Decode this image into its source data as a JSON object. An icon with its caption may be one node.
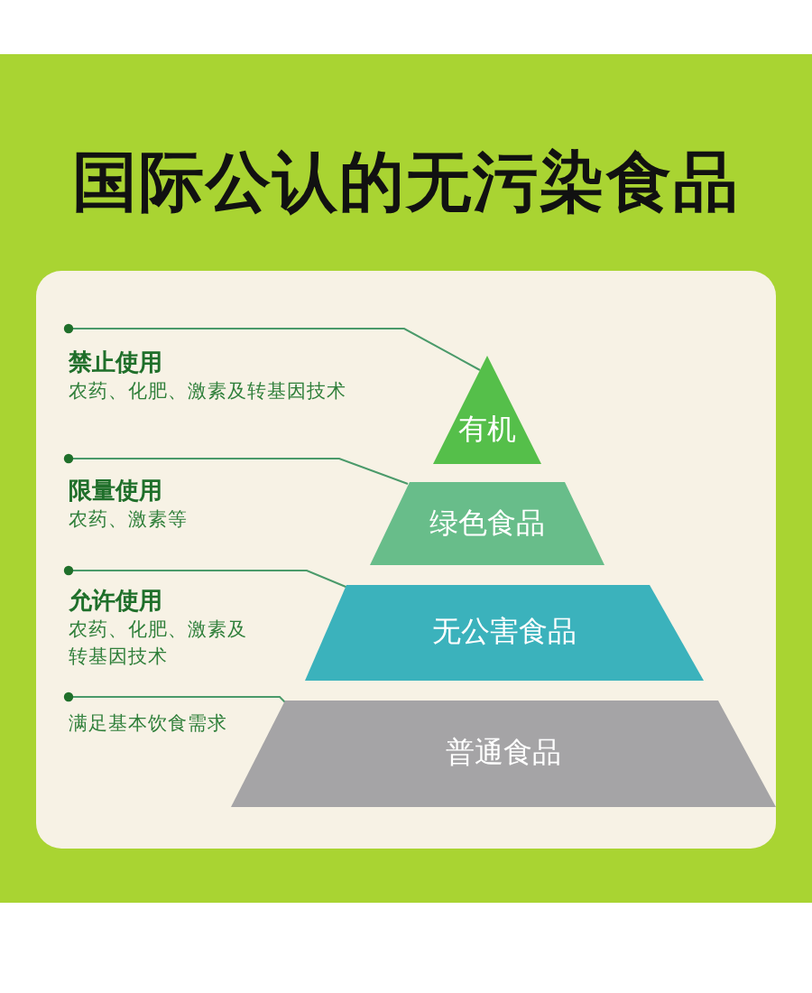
{
  "diagram": {
    "title": "国际公认的无污染食品",
    "nodes": [
      {
        "text": [
          "禁止使用",
          "农药、化肥、激素及转基因技术"
        ]
      },
      {
        "text": [
          "有机"
        ]
      },
      {
        "text": [
          "限量使用",
          "农药、激素等"
        ]
      },
      {
        "text": [
          "绿色食品"
        ]
      },
      {
        "text": [
          "允许使用",
          "农药、化肥、激素及转基因技术"
        ]
      },
      {
        "text": [
          "无公害食品"
        ]
      },
      {
        "text": [
          "满足基本饮食需求"
        ]
      },
      {
        "text": [
          "普通食品"
        ]
      }
    ],
    "edges": [
      {
        "from": 0,
        "to": 1,
        "arrow": "other"
      },
      {
        "from": 2,
        "to": 3,
        "arrow": "other"
      },
      {
        "from": 4,
        "to": 5,
        "arrow": "other"
      },
      {
        "from": 6,
        "to": 7,
        "arrow": "other"
      }
    ]
  }
}
